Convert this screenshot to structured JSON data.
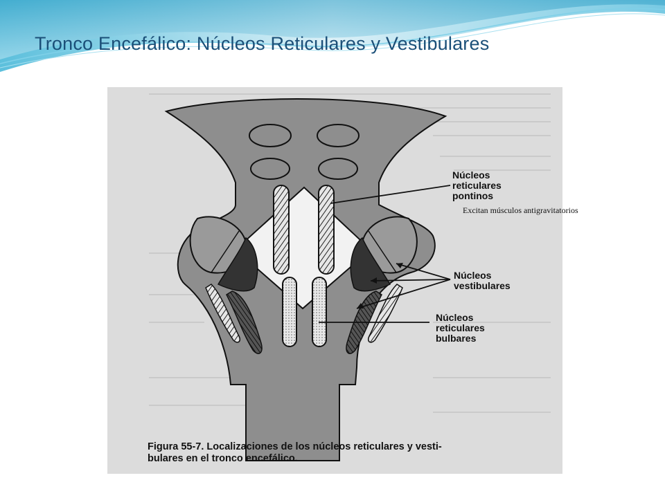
{
  "slide": {
    "title": "Tronco Encefálico: Núcleos Reticulares y Vestibulares",
    "note": "Excitan músculos antigravitatorios"
  },
  "figure": {
    "labels": {
      "pontinos": [
        "Núcleos",
        "reticulares",
        "pontinos"
      ],
      "vestibulares": [
        "Núcleos",
        "vestibulares"
      ],
      "bulbares": [
        "Núcleos",
        "reticulares",
        "bulbares"
      ]
    },
    "caption": {
      "bold": "Figura 55-7.",
      "line1": "Localizaciones de los núcleos reticulares y vesti-",
      "line2": "bulares en el tronco encefálico."
    }
  },
  "colors": {
    "title": "#1b4f78",
    "stem": "#8e8e8e",
    "paper": "#dcdcdc",
    "header_wave": "#3aa8cc"
  }
}
